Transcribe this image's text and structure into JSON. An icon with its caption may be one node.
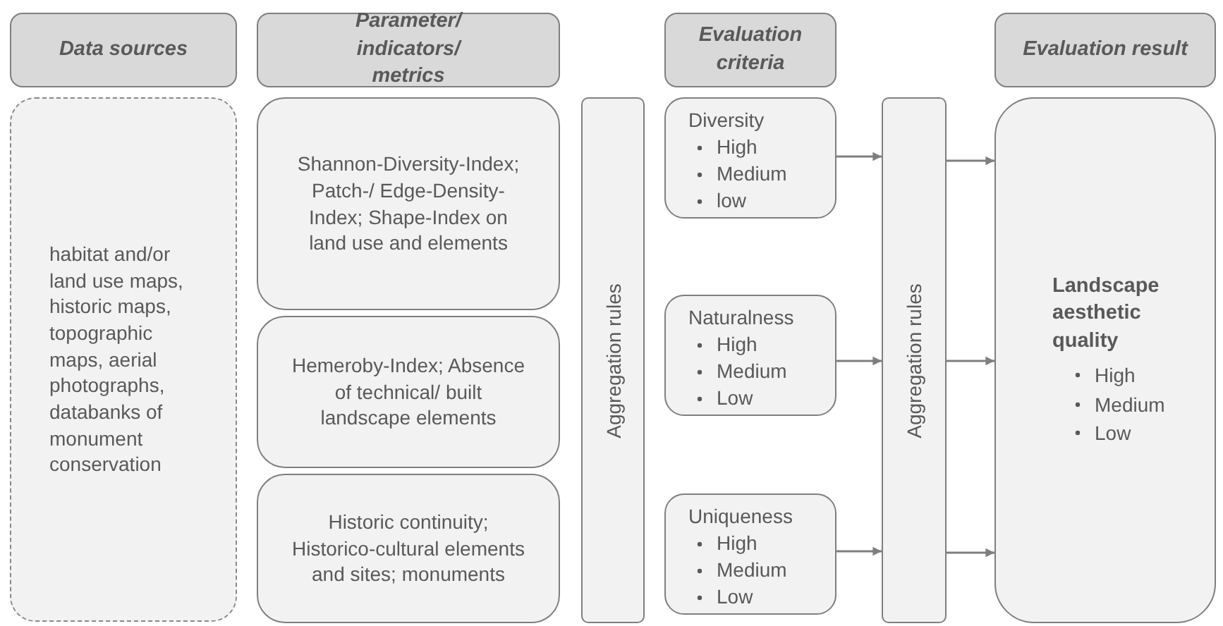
{
  "diagram": {
    "nodes": [
      {
        "text": [
          "Data sources"
        ]
      },
      {
        "text": [
          "Parameter/ indicators/ metrics"
        ]
      },
      {
        "text": [
          "Evaluation criteria"
        ]
      },
      {
        "text": [
          "Evaluation result"
        ]
      },
      {
        "text": [
          "habitat and/or land use maps, historic maps, topographic maps, aerial photographs, databanks of monument conservation"
        ]
      },
      {
        "text": [
          "Shannon-Diversity-Index; Patch-/ Edge-Density-Index; Shape-Index on land use and elements"
        ]
      },
      {
        "text": [
          "Hemeroby-Index; Absence of technical/ built landscape elements"
        ]
      },
      {
        "text": [
          "Historic continuity; Historico-cultural elements and sites; monuments"
        ]
      },
      {
        "text": [
          "Aggregation rules"
        ]
      },
      {
        "text": [
          "Diversity",
          "High",
          "Medium",
          "low"
        ]
      },
      {
        "text": [
          "Naturalness",
          "High",
          "Medium",
          "Low"
        ]
      },
      {
        "text": [
          "Uniqueness",
          "High",
          "Medium",
          "Low"
        ]
      },
      {
        "text": [
          "Aggregation rules"
        ]
      },
      {
        "text": [
          "Landscape aesthetic quality",
          "High",
          "Medium",
          "Low"
        ]
      }
    ],
    "edges": [
      {
        "from": 9,
        "to": 12,
        "arrow": "to"
      },
      {
        "from": 10,
        "to": 12,
        "arrow": "to"
      },
      {
        "from": 11,
        "to": 12,
        "arrow": "to"
      },
      {
        "from": 12,
        "to": 13,
        "arrow": "to"
      },
      {
        "from": 12,
        "to": 13,
        "arrow": "to"
      },
      {
        "from": 12,
        "to": 13,
        "arrow": "to"
      }
    ]
  }
}
